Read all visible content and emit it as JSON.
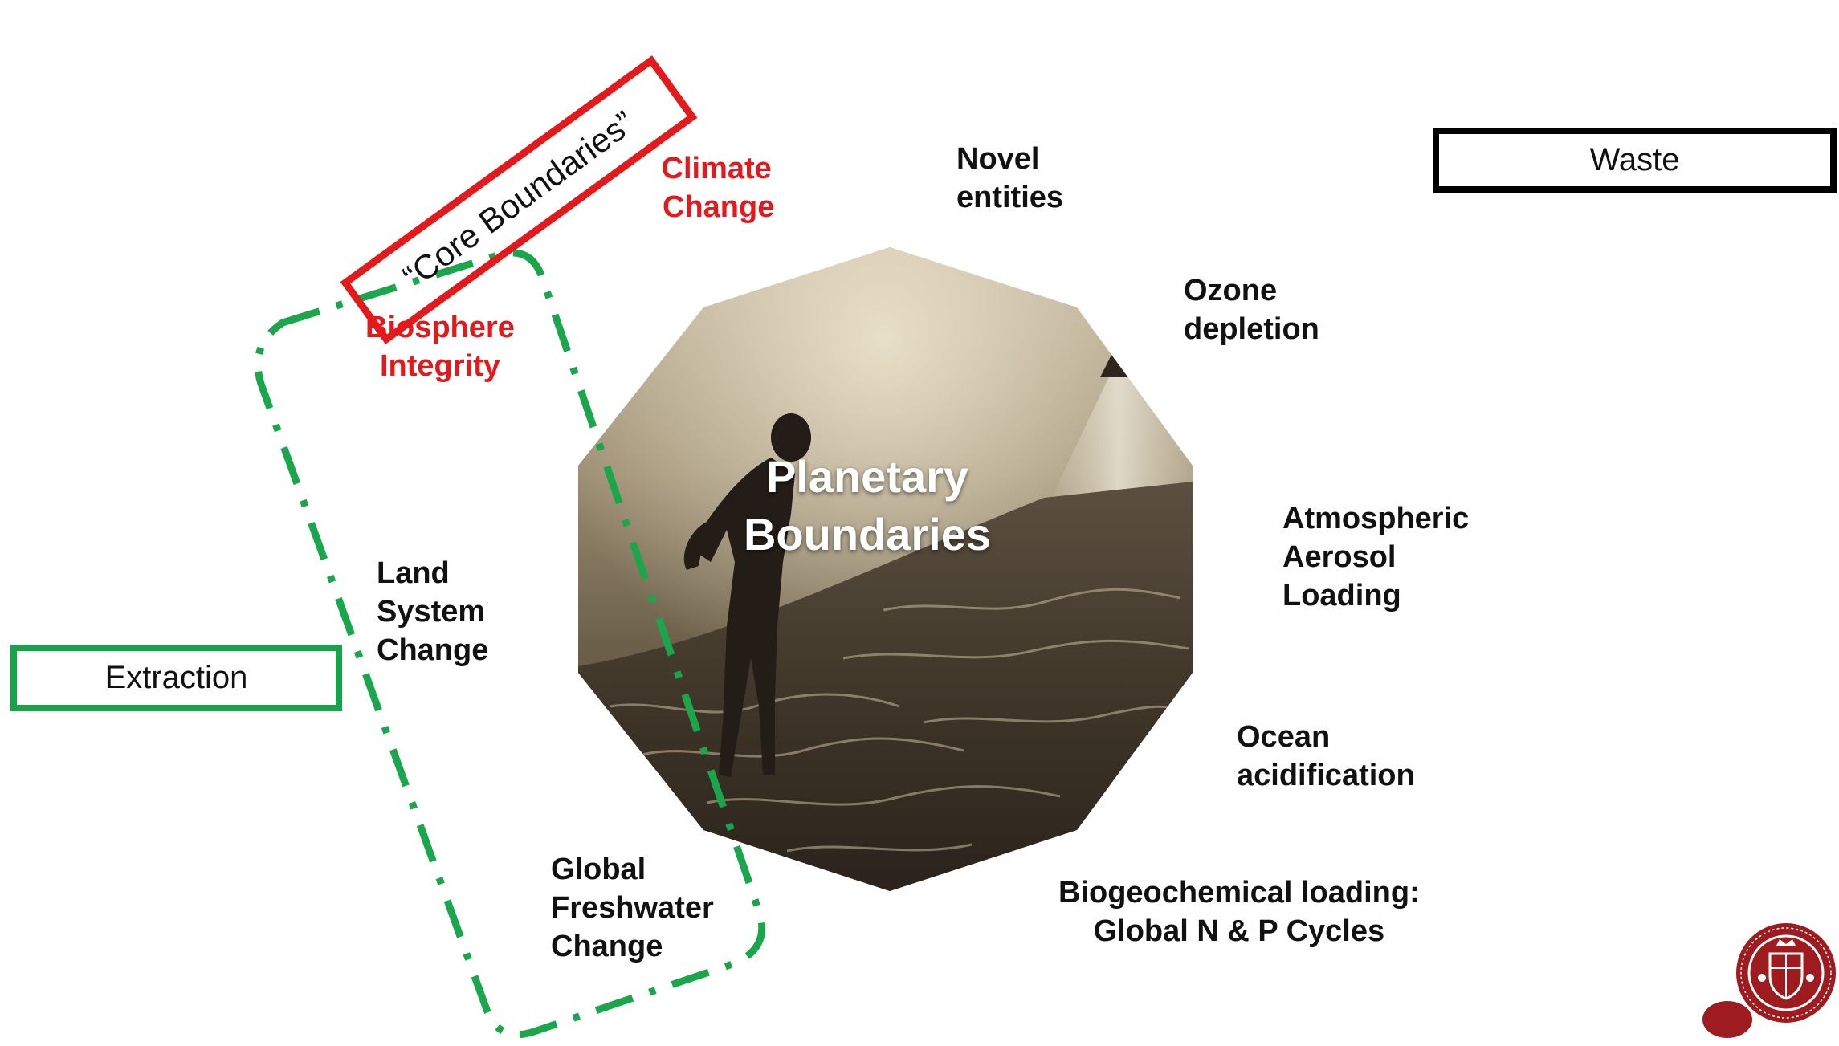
{
  "center": {
    "title_line1": "Planetary",
    "title_line2": "Boundaries"
  },
  "boxes": {
    "core": "“Core Boundaries”",
    "waste": "Waste",
    "extraction": "Extraction"
  },
  "boundaries": {
    "climate": {
      "line1": "Climate",
      "line2": "Change"
    },
    "novel": {
      "line1": "Novel",
      "line2": "entities"
    },
    "ozone": {
      "line1": "Ozone",
      "line2": "depletion"
    },
    "aerosol": {
      "line1": "Atmospheric",
      "line2": "Aerosol",
      "line3": "Loading"
    },
    "ocean": {
      "line1": "Ocean",
      "line2": "acidification"
    },
    "biogeo": {
      "line1": "Biogeochemical loading:",
      "line2": "Global N & P Cycles"
    },
    "freshwater": {
      "line1": "Global",
      "line2": "Freshwater",
      "line3": "Change"
    },
    "land": {
      "line1": "Land",
      "line2": "System",
      "line3": "Change"
    },
    "biosphere": {
      "line1": "Biosphere",
      "line2": "Integrity"
    }
  },
  "colors": {
    "core_red": "#e3191c",
    "extraction_green": "#17a34a",
    "dashed_green": "#1aa64a",
    "logo_red": "#9e1b1f"
  },
  "icons": {
    "logo": "university-seal-icon",
    "dot": "red-dot-icon"
  }
}
